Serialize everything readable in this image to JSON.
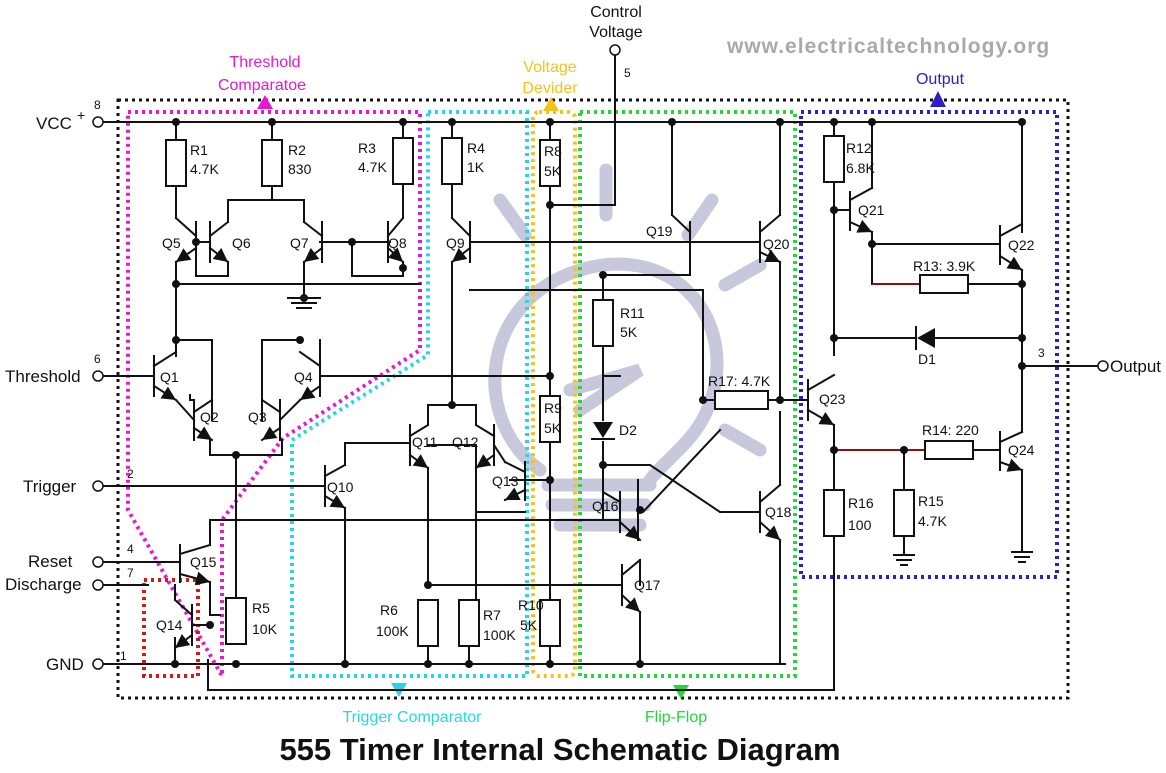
{
  "title": "555 Timer Internal Schematic Diagram",
  "watermark": "www.electricaltechnology.org",
  "pins": {
    "vcc": {
      "label": "VCC",
      "superscript": "+",
      "number": "8"
    },
    "threshold": {
      "label": "Threshold",
      "number": "6"
    },
    "trigger": {
      "label": "Trigger",
      "number": "2"
    },
    "reset": {
      "label": "Reset",
      "number": "4"
    },
    "discharge": {
      "label": "Discharge",
      "number": "7"
    },
    "gnd": {
      "label": "GND",
      "number": "1"
    },
    "control": {
      "label_line1": "Control",
      "label_line2": "Voltage",
      "number": "5"
    },
    "output": {
      "label": "Output",
      "number": "3"
    }
  },
  "blocks": {
    "threshold_comparator": {
      "line1": "Threshold",
      "line2": "Comparatoe",
      "color": "#e619d1"
    },
    "voltage_divider": {
      "line1": "Voltage",
      "line2": "Devider",
      "color": "#f2c41a"
    },
    "output_stage": {
      "label": "Output",
      "color": "#2b20c8"
    },
    "trigger_comparator": {
      "label": "Trigger Comparator",
      "color": "#27d6e6"
    },
    "flip_flop": {
      "label": "Flip-Flop",
      "color": "#26d63a"
    },
    "discharge": {
      "color": "#d61818"
    }
  },
  "resistors": {
    "r1": {
      "name": "R1",
      "value": "4.7K"
    },
    "r2": {
      "name": "R2",
      "value": "830"
    },
    "r3": {
      "name": "R3",
      "value": "4.7K"
    },
    "r4": {
      "name": "R4",
      "value": "1K"
    },
    "r5": {
      "name": "R5",
      "value": "10K"
    },
    "r6": {
      "name": "R6",
      "value": "100K"
    },
    "r7": {
      "name": "R7",
      "value": "100K"
    },
    "r8": {
      "name": "R8",
      "value": "5K"
    },
    "r9": {
      "name": "R9",
      "value": "5K"
    },
    "r10": {
      "name": "R10",
      "value": "5K"
    },
    "r11": {
      "name": "R11",
      "value": "5K"
    },
    "r12": {
      "name": "R12",
      "value": "6.8K"
    },
    "r13": {
      "label": "R13: 3.9K"
    },
    "r14": {
      "label": "R14: 220"
    },
    "r15": {
      "name": "R15",
      "value": "4.7K"
    },
    "r16": {
      "name": "R16",
      "value": "100"
    },
    "r17": {
      "label": "R17: 4.7K"
    }
  },
  "transistors": [
    "Q1",
    "Q2",
    "Q3",
    "Q4",
    "Q5",
    "Q6",
    "Q7",
    "Q8",
    "Q9",
    "Q10",
    "Q11",
    "Q12",
    "Q13",
    "Q14",
    "Q15",
    "Q16",
    "Q17",
    "Q18",
    "Q19",
    "Q20",
    "Q21",
    "Q22",
    "Q23",
    "Q24"
  ],
  "diodes": {
    "d1": "D1",
    "d2": "D2"
  }
}
